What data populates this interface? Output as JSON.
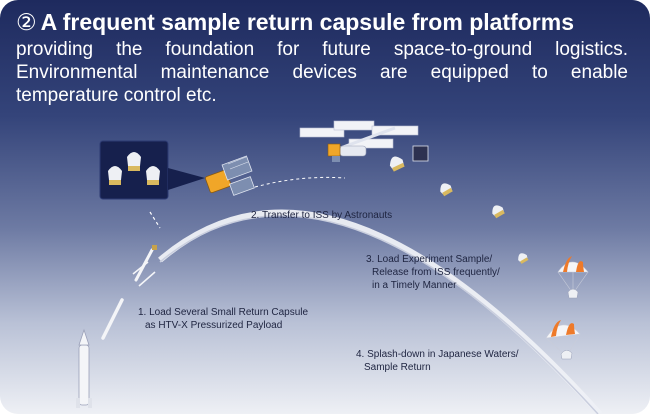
{
  "header": {
    "number": "②",
    "title": "A frequent sample return capsule from platforms",
    "subtitle_lines": [
      "providing the foundation for future space-to-ground logistics.",
      "Environmental maintenance devices are equipped to enable",
      "temperature control etc."
    ]
  },
  "steps": [
    {
      "lines": [
        "1. Load Several Small Return Capsule",
        "as HTV-X Pressurized Payload"
      ]
    },
    {
      "lines": [
        "2.  Transfer to ISS by Astronauts"
      ]
    },
    {
      "lines": [
        "3. Load Experiment Sample/",
        "Release from ISS frequently/",
        "in a Timely Manner"
      ]
    },
    {
      "lines": [
        "4. Splash-down in Japanese Waters/",
        "Sample Return"
      ]
    }
  ],
  "colors": {
    "background_top": "#1e2a5e",
    "background_bottom": "#eef0f5",
    "arc": "#ffffff",
    "text_dark": "#1e2440",
    "parachute": "#ee7a2a"
  },
  "icons": [
    "rocket-icon",
    "htv-x-spacecraft-icon",
    "iss-station-icon",
    "return-capsule-icon",
    "parachute-icon"
  ]
}
